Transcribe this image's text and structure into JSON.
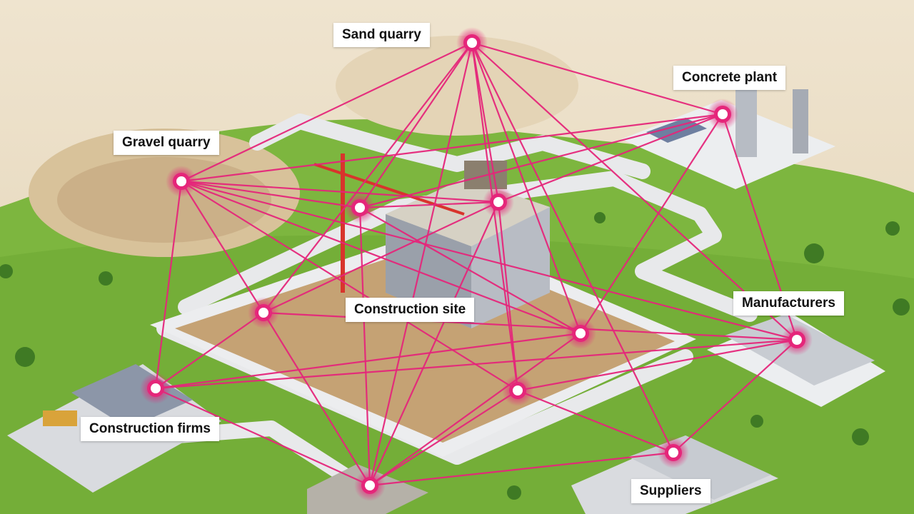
{
  "colors": {
    "network": "#e5267a",
    "sand": "#e9dcc4",
    "grass": "#79b13c",
    "road": "#e9eaec",
    "site_ground": "#c7a67a"
  },
  "labels": {
    "sand_quarry": "Sand quarry",
    "concrete_plant": "Concrete plant",
    "gravel_quarry": "Gravel quarry",
    "construction_site": "Construction site",
    "manufacturers": "Manufacturers",
    "construction_firms": "Construction firms",
    "suppliers": "Suppliers"
  },
  "nodes": [
    {
      "id": "sand-quarry"
    },
    {
      "id": "concrete-plant"
    },
    {
      "id": "gravel-quarry"
    },
    {
      "id": "site-left"
    },
    {
      "id": "site-top"
    },
    {
      "id": "site-west"
    },
    {
      "id": "site-east"
    },
    {
      "id": "site-south"
    },
    {
      "id": "manufacturers"
    },
    {
      "id": "construction-firms"
    },
    {
      "id": "suppliers"
    },
    {
      "id": "bottom-building"
    }
  ],
  "edges": [
    [
      "sand-quarry",
      "concrete-plant"
    ],
    [
      "sand-quarry",
      "gravel-quarry"
    ],
    [
      "sand-quarry",
      "site-left"
    ],
    [
      "sand-quarry",
      "site-top"
    ],
    [
      "sand-quarry",
      "site-west"
    ],
    [
      "sand-quarry",
      "site-east"
    ],
    [
      "sand-quarry",
      "site-south"
    ],
    [
      "sand-quarry",
      "manufacturers"
    ],
    [
      "sand-quarry",
      "suppliers"
    ],
    [
      "sand-quarry",
      "bottom-building"
    ],
    [
      "concrete-plant",
      "gravel-quarry"
    ],
    [
      "concrete-plant",
      "site-top"
    ],
    [
      "concrete-plant",
      "site-left"
    ],
    [
      "concrete-plant",
      "site-east"
    ],
    [
      "concrete-plant",
      "manufacturers"
    ],
    [
      "gravel-quarry",
      "site-left"
    ],
    [
      "gravel-quarry",
      "site-top"
    ],
    [
      "gravel-quarry",
      "site-west"
    ],
    [
      "gravel-quarry",
      "site-east"
    ],
    [
      "gravel-quarry",
      "site-south"
    ],
    [
      "gravel-quarry",
      "manufacturers"
    ],
    [
      "gravel-quarry",
      "construction-firms"
    ],
    [
      "site-left",
      "site-top"
    ],
    [
      "site-left",
      "site-east"
    ],
    [
      "site-left",
      "bottom-building"
    ],
    [
      "site-top",
      "site-west"
    ],
    [
      "site-top",
      "bottom-building"
    ],
    [
      "site-top",
      "site-south"
    ],
    [
      "site-west",
      "construction-firms"
    ],
    [
      "site-west",
      "bottom-building"
    ],
    [
      "site-west",
      "manufacturers"
    ],
    [
      "site-east",
      "construction-firms"
    ],
    [
      "site-east",
      "bottom-building"
    ],
    [
      "site-south",
      "manufacturers"
    ],
    [
      "site-south",
      "suppliers"
    ],
    [
      "site-south",
      "bottom-building"
    ],
    [
      "manufacturers",
      "suppliers"
    ],
    [
      "manufacturers",
      "construction-firms"
    ],
    [
      "construction-firms",
      "bottom-building"
    ],
    [
      "suppliers",
      "bottom-building"
    ]
  ]
}
